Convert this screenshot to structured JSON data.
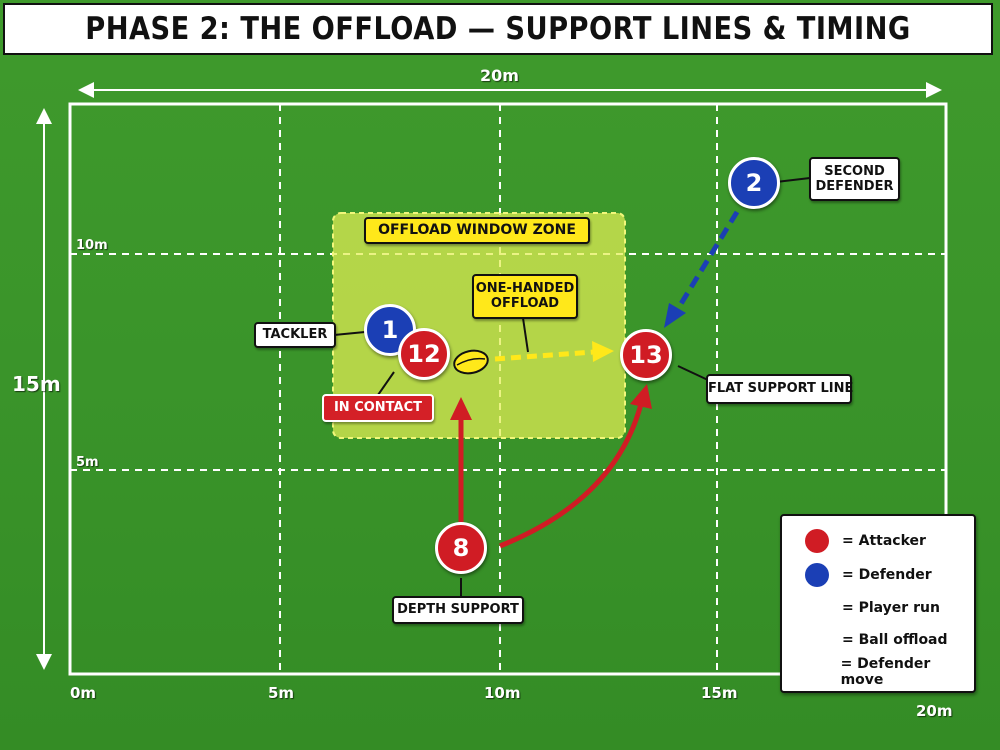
{
  "title": "PHASE 2: THE OFFLOAD — SUPPORT LINES & TIMING",
  "pitch": {
    "width_label": "20m",
    "height_label": "15m",
    "x_ticks": [
      "0m",
      "5m",
      "10m",
      "15m",
      "20m"
    ],
    "y_ticks": [
      "10m",
      "5m"
    ]
  },
  "zone": {
    "label": "OFFLOAD WINDOW ZONE"
  },
  "players": {
    "p1": {
      "number": "1",
      "team": "defender"
    },
    "p2": {
      "number": "2",
      "team": "defender"
    },
    "p12": {
      "number": "12",
      "team": "attacker"
    },
    "p13": {
      "number": "13",
      "team": "attacker"
    },
    "p8": {
      "number": "8",
      "team": "attacker"
    }
  },
  "callouts": {
    "tackler": "TACKLER",
    "in_contact": "IN CONTACT",
    "offload_line1": "ONE-HANDED",
    "offload_line2": "OFFLOAD",
    "second_def_line1": "SECOND",
    "second_def_line2": "DEFENDER",
    "flat_support": "FLAT SUPPORT LINE",
    "depth_support": "DEPTH SUPPORT"
  },
  "legend": {
    "attacker": "= Attacker",
    "defender": "= Defender",
    "player_run": "= Player run",
    "ball_offload": "= Ball offload",
    "defender_move": "= Defender move"
  },
  "colors": {
    "attacker": "#d01c24",
    "defender": "#1b3fb5",
    "ball_pass": "#ffe81a",
    "zone_fill": "#d8e64a"
  }
}
